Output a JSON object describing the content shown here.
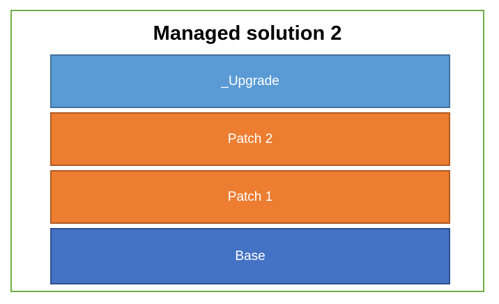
{
  "slide": {
    "title": "Managed solution 2"
  },
  "colors": {
    "frame_border": "#70AD47",
    "background": "#FFFFFF",
    "title_text": "#000000",
    "layer_label_text": "#FFFFFF"
  },
  "chart_data": {
    "type": "layered-stack-diagram",
    "title": "Managed solution 2",
    "legend_position": "none",
    "layers": [
      {
        "label": "_Upgrade",
        "fill": "#5B9BD5",
        "border": "#41719C"
      },
      {
        "label": "Patch 2",
        "fill": "#ED7D31",
        "border": "#AE5A21"
      },
      {
        "label": "Patch 1",
        "fill": "#ED7D31",
        "border": "#AE5A21"
      },
      {
        "label": "Base",
        "fill": "#4472C4",
        "border": "#2F528F"
      }
    ]
  }
}
